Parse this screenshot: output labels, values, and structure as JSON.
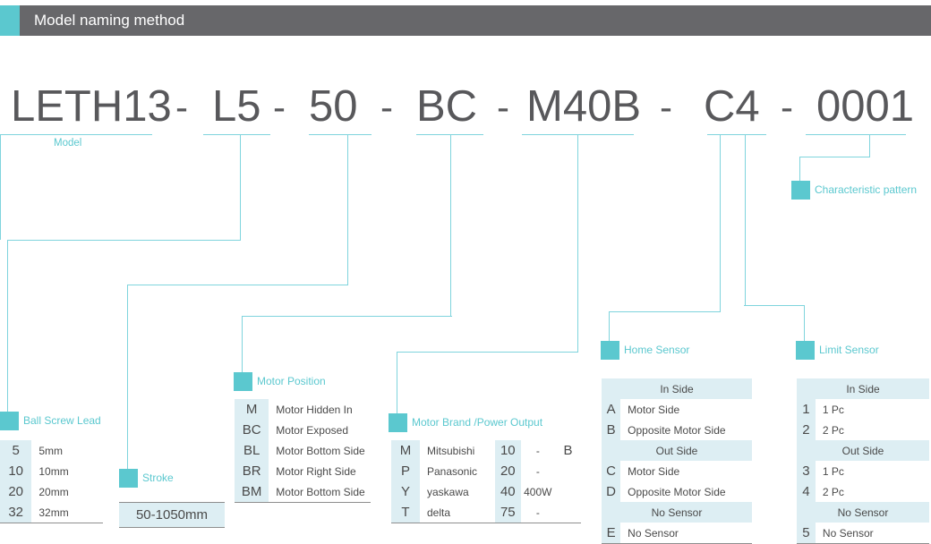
{
  "header": {
    "title": "Model naming method",
    "accent_color": "#5bc8cf",
    "bar_color": "#67676a"
  },
  "model_code": {
    "tokens": [
      "LETH13",
      "L5",
      "50",
      "BC",
      "M40B",
      "C4",
      "0001"
    ],
    "separator": "-",
    "full": "LETH13 - L5 - 50 - BC - M40B - C4 - 0001"
  },
  "callouts": {
    "model": "Model",
    "ball_screw_lead": "Ball Screw Lead",
    "stroke": "Stroke",
    "motor_position": "Motor Position",
    "motor_brand": "Motor Brand /Power Output",
    "home_sensor": "Home Sensor",
    "limit_sensor": "Limit Sensor",
    "characteristic_pattern": "Characteristic pattern"
  },
  "ball_screw_lead_table": {
    "rows": [
      {
        "code": "5",
        "desc": "5mm"
      },
      {
        "code": "10",
        "desc": "10mm"
      },
      {
        "code": "20",
        "desc": "20mm"
      },
      {
        "code": "32",
        "desc": "32mm"
      }
    ]
  },
  "stroke_table": {
    "value": "50-1050mm"
  },
  "motor_position_table": {
    "rows": [
      {
        "code": "M",
        "desc": "Motor Hidden In"
      },
      {
        "code": "BC",
        "desc": "Motor Exposed"
      },
      {
        "code": "BL",
        "desc": "Motor Bottom Side"
      },
      {
        "code": "BR",
        "desc": "Motor Right Side"
      },
      {
        "code": "BM",
        "desc": "Motor Bottom Side"
      }
    ]
  },
  "motor_brand_table": {
    "rows": [
      {
        "code": "M",
        "brand": "Mitsubishi",
        "power_code": "10",
        "power": "-",
        "suffix": "B"
      },
      {
        "code": "P",
        "brand": "Panasonic",
        "power_code": "20",
        "power": "-",
        "suffix": ""
      },
      {
        "code": "Y",
        "brand": "yaskawa",
        "power_code": "40",
        "power": "400W",
        "suffix": ""
      },
      {
        "code": "T",
        "brand": "delta",
        "power_code": "75",
        "power": "-",
        "suffix": ""
      }
    ]
  },
  "home_sensor_table": {
    "groups": [
      {
        "title": "In Side",
        "rows": [
          {
            "code": "A",
            "desc": "Motor Side"
          },
          {
            "code": "B",
            "desc": "Opposite Motor Side"
          }
        ]
      },
      {
        "title": "Out Side",
        "rows": [
          {
            "code": "C",
            "desc": "Motor Side"
          },
          {
            "code": "D",
            "desc": "Opposite Motor Side"
          }
        ]
      },
      {
        "title": "No Sensor",
        "rows": [
          {
            "code": "E",
            "desc": "No Sensor"
          }
        ]
      }
    ]
  },
  "limit_sensor_table": {
    "groups": [
      {
        "title": "In Side",
        "rows": [
          {
            "code": "1",
            "desc": "1 Pc"
          },
          {
            "code": "2",
            "desc": "2 Pc"
          }
        ]
      },
      {
        "title": "Out Side",
        "rows": [
          {
            "code": "3",
            "desc": "1 Pc"
          },
          {
            "code": "4",
            "desc": "2 Pc"
          }
        ]
      },
      {
        "title": "No Sensor",
        "rows": [
          {
            "code": "5",
            "desc": "No Sensor"
          }
        ]
      }
    ]
  }
}
